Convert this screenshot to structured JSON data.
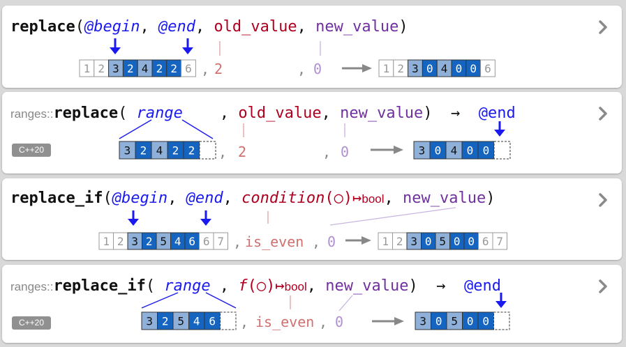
{
  "colors": {
    "black": "#111111",
    "blue": "#1a1af0",
    "red": "#b00020",
    "lightred": "#d07070",
    "purple": "#7030a0",
    "lightpurple": "#b090d0",
    "gray": "#888888",
    "cell_light": "#8fb0d8",
    "cell_dark": "#1565c0",
    "cell_white": "#ffffff"
  },
  "icons": {
    "chevron": "chevron-right-icon",
    "arrow": "arrow-right-icon",
    "pointer": "arrow-down-icon"
  },
  "cards": [
    {
      "tokens": [
        {
          "t": "replace",
          "c": "black",
          "b": true
        },
        {
          "t": "(",
          "c": "black"
        },
        {
          "t": "@begin",
          "c": "blue",
          "i": true
        },
        {
          "t": ", ",
          "c": "black"
        },
        {
          "t": "@end",
          "c": "blue",
          "i": true
        },
        {
          "t": ", ",
          "c": "black"
        },
        {
          "t": "old_value",
          "c": "red"
        },
        {
          "t": ", ",
          "c": "black"
        },
        {
          "t": "new_value",
          "c": "purple"
        },
        {
          "t": ")",
          "c": "black"
        }
      ],
      "in_cells": [
        [
          "1",
          "w"
        ],
        [
          "2",
          "w"
        ],
        [
          "3",
          "l"
        ],
        [
          "2",
          "d"
        ],
        [
          "4",
          "l"
        ],
        [
          "2",
          "d"
        ],
        [
          "2",
          "d"
        ],
        [
          "6",
          "w"
        ]
      ],
      "sep1": ",",
      "old": "2",
      "sep2": ",",
      "new": "0",
      "out_cells": [
        [
          "1",
          "w"
        ],
        [
          "2",
          "w"
        ],
        [
          "3",
          "l"
        ],
        [
          "0",
          "d"
        ],
        [
          "4",
          "l"
        ],
        [
          "0",
          "d"
        ],
        [
          "0",
          "d"
        ],
        [
          "6",
          "w"
        ]
      ]
    },
    {
      "prefix": "ranges::",
      "tokens": [
        {
          "t": "replace",
          "c": "black",
          "b": true
        },
        {
          "t": "( ",
          "c": "black"
        },
        {
          "t": "range",
          "c": "blue",
          "i": true
        },
        {
          "t": "    , ",
          "c": "black"
        },
        {
          "t": "old_value",
          "c": "red"
        },
        {
          "t": ", ",
          "c": "black"
        },
        {
          "t": "new_value",
          "c": "purple"
        },
        {
          "t": ")",
          "c": "black"
        },
        {
          "t": "  →  ",
          "c": "black"
        },
        {
          "t": "@end",
          "c": "blue"
        }
      ],
      "tag": "C++20",
      "in_cells": [
        [
          "3",
          "l"
        ],
        [
          "2",
          "d"
        ],
        [
          "4",
          "l"
        ],
        [
          "2",
          "d"
        ],
        [
          "2",
          "d"
        ]
      ],
      "sep1": ",",
      "old": "2",
      "sep2": ",",
      "new": "0",
      "out_cells": [
        [
          "3",
          "l"
        ],
        [
          "0",
          "d"
        ],
        [
          "4",
          "l"
        ],
        [
          "0",
          "d"
        ],
        [
          "0",
          "d"
        ]
      ]
    },
    {
      "tokens": [
        {
          "t": "replace_if",
          "c": "black",
          "b": true
        },
        {
          "t": "(",
          "c": "black"
        },
        {
          "t": "@begin",
          "c": "blue",
          "i": true
        },
        {
          "t": ", ",
          "c": "black"
        },
        {
          "t": "@end",
          "c": "blue",
          "i": true
        },
        {
          "t": ", ",
          "c": "black"
        },
        {
          "t": "condition",
          "c": "red",
          "i": true
        },
        {
          "t": "(○)↦",
          "c": "red"
        },
        {
          "t": "bool",
          "c": "red",
          "s": true
        },
        {
          "t": ", ",
          "c": "black"
        },
        {
          "t": "new_value",
          "c": "purple"
        },
        {
          "t": ")",
          "c": "black"
        }
      ],
      "in_cells": [
        [
          "1",
          "w"
        ],
        [
          "2",
          "w"
        ],
        [
          "3",
          "l"
        ],
        [
          "2",
          "d"
        ],
        [
          "5",
          "l"
        ],
        [
          "4",
          "d"
        ],
        [
          "6",
          "d"
        ],
        [
          "6",
          "w"
        ],
        [
          "7",
          "w"
        ]
      ],
      "sep1": ",",
      "old": "is_even",
      "sep2": ",",
      "new": "0",
      "out_cells": [
        [
          "1",
          "w"
        ],
        [
          "2",
          "w"
        ],
        [
          "3",
          "l"
        ],
        [
          "0",
          "d"
        ],
        [
          "5",
          "l"
        ],
        [
          "0",
          "d"
        ],
        [
          "0",
          "d"
        ],
        [
          "6",
          "w"
        ],
        [
          "7",
          "w"
        ]
      ]
    },
    {
      "prefix": "ranges::",
      "tokens": [
        {
          "t": "replace_if",
          "c": "black",
          "b": true
        },
        {
          "t": "( ",
          "c": "black"
        },
        {
          "t": "range",
          "c": "blue",
          "i": true
        },
        {
          "t": " , ",
          "c": "black"
        },
        {
          "t": "f",
          "c": "red",
          "i": true
        },
        {
          "t": "(○)↦",
          "c": "red"
        },
        {
          "t": "bool",
          "c": "red",
          "s": true
        },
        {
          "t": ", ",
          "c": "black"
        },
        {
          "t": "new_value",
          "c": "purple"
        },
        {
          "t": ")",
          "c": "black"
        },
        {
          "t": "  →  ",
          "c": "black"
        },
        {
          "t": "@end",
          "c": "blue"
        }
      ],
      "tag": "C++20",
      "in_cells": [
        [
          "3",
          "l"
        ],
        [
          "2",
          "d"
        ],
        [
          "5",
          "l"
        ],
        [
          "4",
          "d"
        ],
        [
          "6",
          "d"
        ]
      ],
      "sep1": ",",
      "old": "is_even",
      "sep2": ",",
      "new": "0",
      "out_cells": [
        [
          "3",
          "l"
        ],
        [
          "0",
          "d"
        ],
        [
          "5",
          "l"
        ],
        [
          "0",
          "d"
        ],
        [
          "0",
          "d"
        ]
      ]
    }
  ]
}
